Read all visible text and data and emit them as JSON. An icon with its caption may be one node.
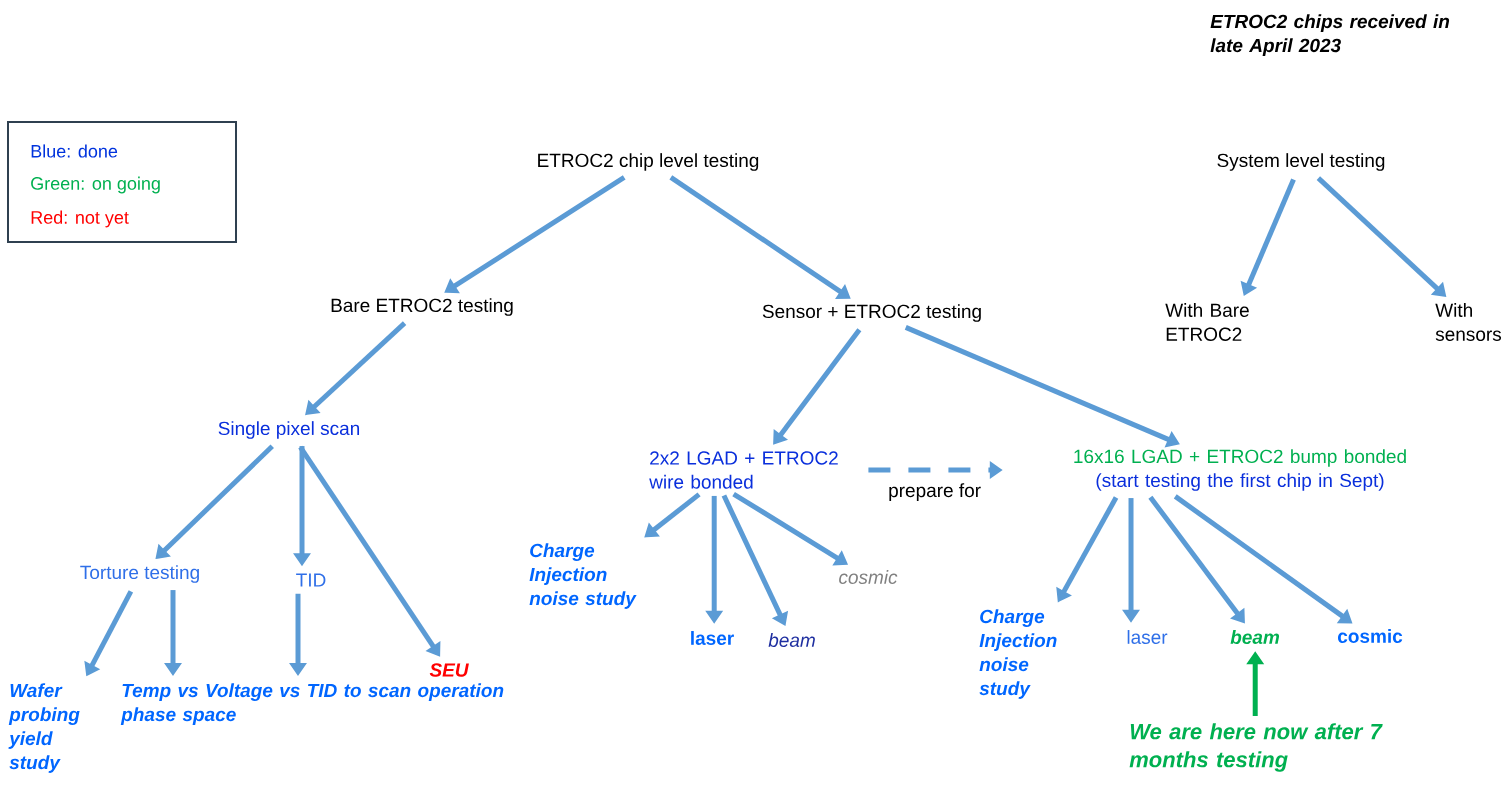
{
  "diagram": {
    "nodes": [
      {
        "text": [
          "ETROC2 chip level testing"
        ]
      },
      {
        "text": [
          "System level testing"
        ]
      },
      {
        "text": [
          "Bare ETROC2 testing"
        ]
      },
      {
        "text": [
          "Sensor + ETROC2 testing"
        ]
      },
      {
        "text": [
          "With Bare ETROC2"
        ]
      },
      {
        "text": [
          "With sensors"
        ]
      },
      {
        "text": [
          "Single pixel scan"
        ]
      },
      {
        "text": [
          "2x2 LGAD + ETROC2 wire bonded"
        ]
      },
      {
        "text": [
          "16x16 LGAD + ETROC2 bump bonded",
          "(start testing the first chip in Sept)"
        ]
      },
      {
        "text": [
          "Torture testing"
        ]
      },
      {
        "text": [
          "TID"
        ]
      },
      {
        "text": [
          "SEU"
        ]
      },
      {
        "text": [
          "Wafer probing yield study"
        ]
      },
      {
        "text": [
          "Temp vs Voltage vs TID to scan operation phase space"
        ]
      },
      {
        "text": [
          "Charge Injection noise study"
        ]
      },
      {
        "text": [
          "laser"
        ]
      },
      {
        "text": [
          "beam"
        ]
      },
      {
        "text": [
          "cosmic"
        ]
      },
      {
        "text": [
          "Charge Injection noise study"
        ]
      },
      {
        "text": [
          "laser"
        ]
      },
      {
        "text": [
          "beam"
        ]
      },
      {
        "text": [
          "cosmic"
        ]
      },
      {
        "text": [
          "We are here now after 7 months testing"
        ]
      }
    ],
    "edges": [
      {
        "from": 0,
        "to": 2,
        "arrow": "to"
      },
      {
        "from": 0,
        "to": 3,
        "arrow": "to"
      },
      {
        "from": 1,
        "to": 4,
        "arrow": "to"
      },
      {
        "from": 1,
        "to": 5,
        "arrow": "to"
      },
      {
        "from": 2,
        "to": 6,
        "arrow": "to"
      },
      {
        "from": 3,
        "to": 7,
        "arrow": "to"
      },
      {
        "from": 3,
        "to": 8,
        "arrow": "to"
      },
      {
        "from": 6,
        "to": 9,
        "arrow": "to"
      },
      {
        "from": 6,
        "to": 10,
        "arrow": "to"
      },
      {
        "from": 6,
        "to": 11,
        "arrow": "to"
      },
      {
        "from": 9,
        "to": 12,
        "arrow": "to"
      },
      {
        "from": 9,
        "to": 13,
        "arrow": "to"
      },
      {
        "from": 10,
        "to": 13,
        "arrow": "to"
      },
      {
        "from": 7,
        "to": 8,
        "arrow": "to",
        "style": "dashed",
        "label": "prepare for"
      },
      {
        "from": 7,
        "to": 14,
        "arrow": "to"
      },
      {
        "from": 7,
        "to": 15,
        "arrow": "to"
      },
      {
        "from": 7,
        "to": 16,
        "arrow": "to"
      },
      {
        "from": 7,
        "to": 17,
        "arrow": "to"
      },
      {
        "from": 8,
        "to": 18,
        "arrow": "to"
      },
      {
        "from": 8,
        "to": 19,
        "arrow": "to"
      },
      {
        "from": 8,
        "to": 20,
        "arrow": "to"
      },
      {
        "from": 8,
        "to": 21,
        "arrow": "to"
      },
      {
        "from": 22,
        "to": 20,
        "arrow": "to",
        "color": "#00b050"
      }
    ],
    "labels": [
      "ETROC2 chips received in late April 2023"
    ],
    "legend": [
      {
        "text": "Blue: done",
        "color": "#0033dd"
      },
      {
        "text": "Green: on going",
        "color": "#00b050"
      },
      {
        "text": "Red: not yet",
        "color": "#ff0000"
      }
    ]
  }
}
